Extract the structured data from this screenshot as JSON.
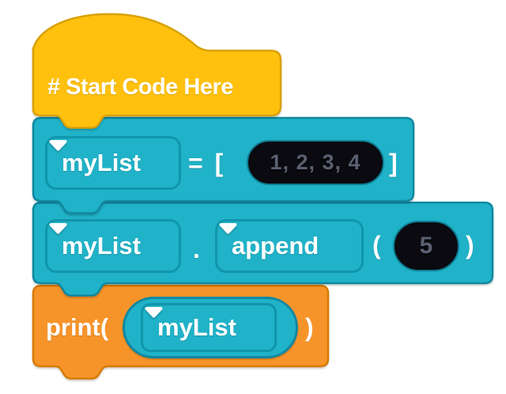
{
  "colors": {
    "bg": "#ffffff",
    "yellow": "#FFC10D",
    "yellow-border": "#D9A105",
    "teal": "#20B2C8",
    "teal-border": "#1188A0",
    "field-border": "#1095AB",
    "orange": "#F79429",
    "orange-border": "#D67C04",
    "socket-bg": "#0A0A10",
    "socket-border": "#0E7E93",
    "socket-text": "#5A6070",
    "text": "#ffffff"
  },
  "blocks": {
    "hat": {
      "label": "# Start Code Here"
    },
    "assign": {
      "variable": "myList",
      "operator": "= [",
      "value": "1, 2, 3, 4",
      "close_bracket": "]"
    },
    "append": {
      "variable": "myList",
      "dot": ".",
      "method": "append",
      "open_paren": "(",
      "value": "5",
      "close_paren": ")"
    },
    "print": {
      "label": "print(",
      "variable": "myList",
      "close_paren": ")"
    }
  }
}
